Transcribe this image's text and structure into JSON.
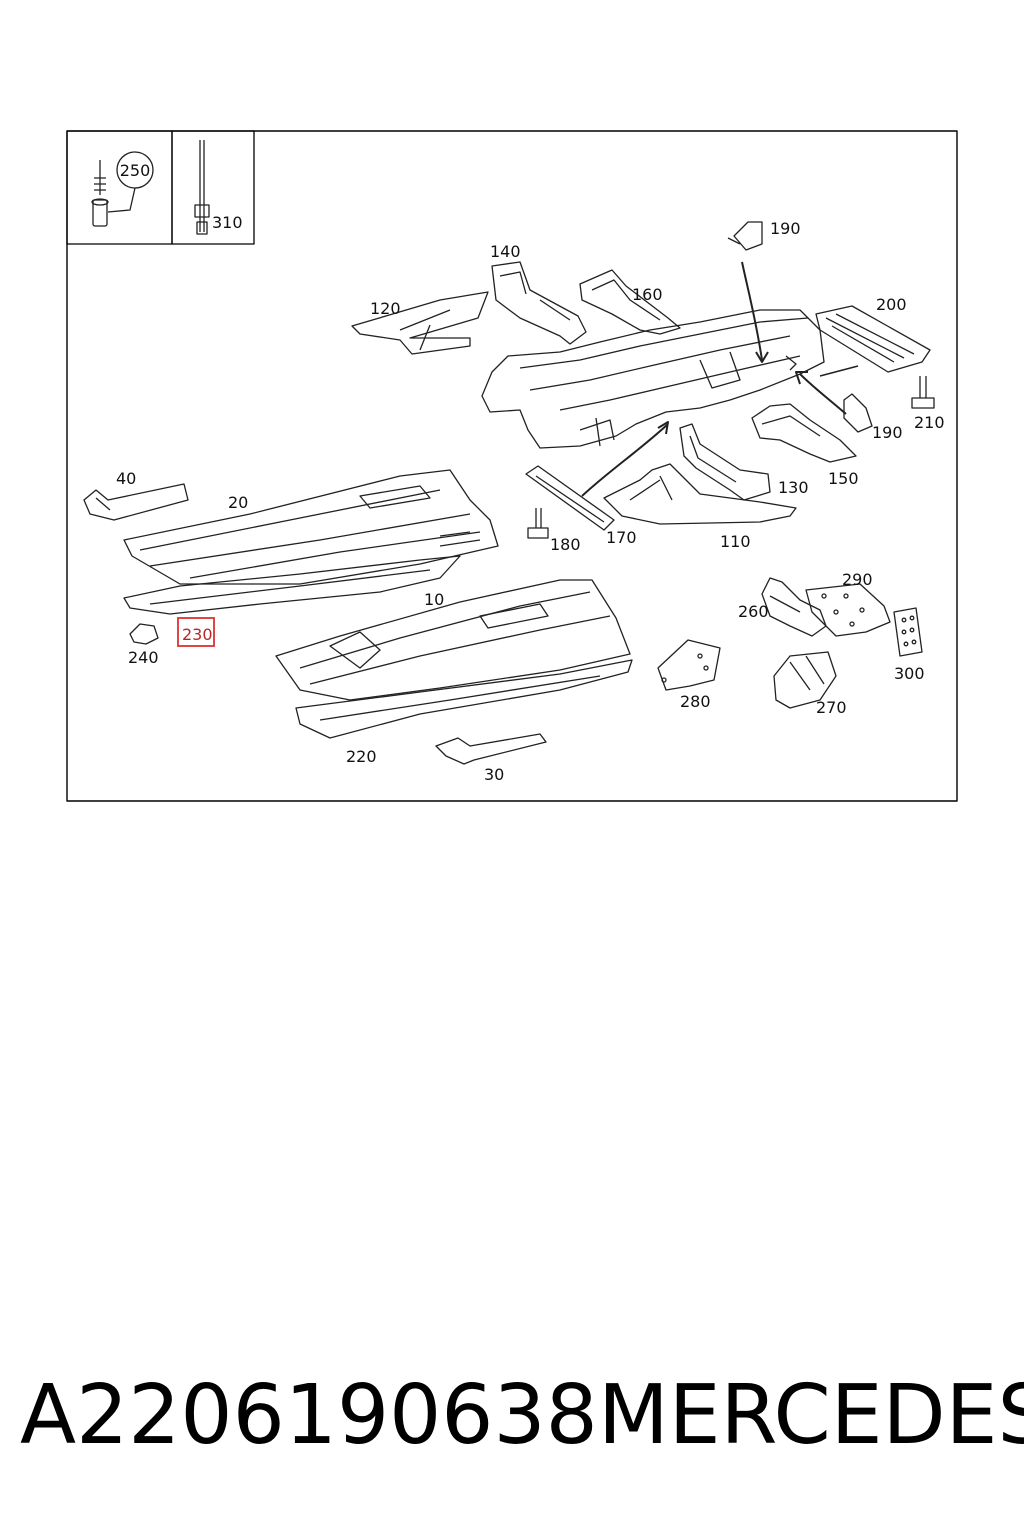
{
  "diagram": {
    "callouts": {
      "c10": "10",
      "c20": "20",
      "c30": "30",
      "c40": "40",
      "c110": "110",
      "c120": "120",
      "c130": "130",
      "c140": "140",
      "c150": "150",
      "c160": "160",
      "c170": "170",
      "c180": "180",
      "c190a": "190",
      "c190b": "190",
      "c200": "200",
      "c210": "210",
      "c220": "220",
      "c230": "230",
      "c240": "240",
      "c250": "250",
      "c260": "260",
      "c270": "270",
      "c280": "280",
      "c290": "290",
      "c300": "300",
      "c310": "310"
    },
    "highlighted_callout": "230",
    "highlight_color": "#e03030"
  },
  "footer": {
    "part_number": "A2206190638",
    "brand": "MERCEDES"
  }
}
